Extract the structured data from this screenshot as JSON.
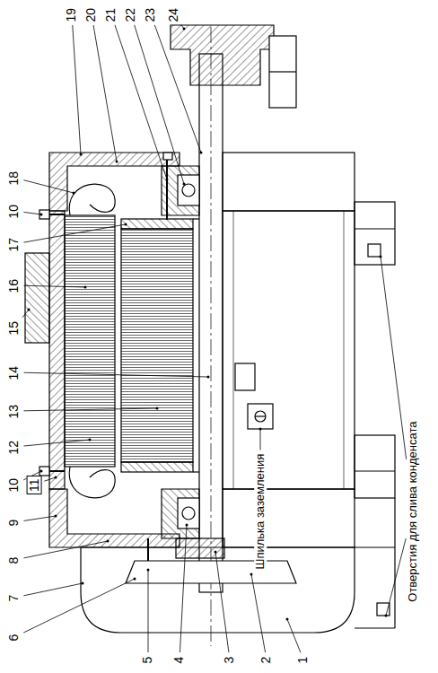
{
  "diagram": {
    "labels": [
      "19",
      "20",
      "21",
      "22",
      "23",
      "24",
      "18",
      "10",
      "17",
      "16",
      "15",
      "14",
      "13",
      "12",
      "10",
      "11",
      "9",
      "8",
      "7",
      "6",
      "5",
      "4",
      "3",
      "2",
      "1",
      "Шпилька заземления",
      "Отверстия для слива конденсата"
    ]
  }
}
